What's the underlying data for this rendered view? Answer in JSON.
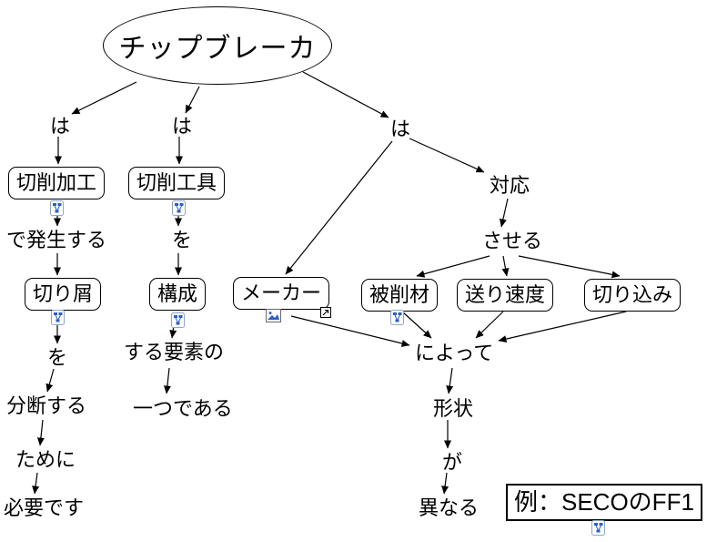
{
  "root": {
    "label": "チップブレーカ"
  },
  "concepts": {
    "sessaku_kakou": "切削加工",
    "kirikuzu": "切り屑",
    "sessaku_kougu": "切削工具",
    "kousei": "構成",
    "maker": "メーカー",
    "hisakuzai": "被削材",
    "okuri_sokudo": "送り速度",
    "kirikomi": "切り込み",
    "example": "例：SECOのFF1"
  },
  "link_labels": {
    "wa_1": "は",
    "wa_2": "は",
    "wa_3": "は",
    "de_hassei_suru": "で発生する",
    "wo_1": "を",
    "bundan_suru": "分断する",
    "tame_ni": "ために",
    "hitsuyou_desu": "必要です",
    "wo_2": "を",
    "suru_youso_no": "する要素の",
    "hitotsu_de_aru": "一つである",
    "taiou": "対応",
    "saseru": "させる",
    "ni_yotte": "によって",
    "keijou": "形状",
    "ga": "が",
    "kotonaru": "異なる"
  },
  "icons": {
    "resource": "concept-map-resource-icon",
    "image": "image-resource-icon",
    "link": "external-link-icon"
  },
  "colors": {
    "line": "#000000",
    "icon_blue": "#2b5fc7",
    "background": "#ffffff"
  },
  "edges": [
    {
      "from": "chip-breaker",
      "to": "wa-1",
      "points": [
        150,
        90,
        79,
        125
      ]
    },
    {
      "from": "wa-1",
      "to": "sessaku-kakou",
      "points": [
        64,
        150,
        64,
        180
      ]
    },
    {
      "from": "chip-breaker",
      "to": "wa-2",
      "points": [
        219,
        95,
        204,
        124
      ]
    },
    {
      "from": "wa-2",
      "to": "sessaku-kougu",
      "points": [
        197,
        150,
        197,
        180
      ]
    },
    {
      "from": "chip-breaker",
      "to": "wa-3",
      "points": [
        333,
        79,
        427,
        129
      ]
    },
    {
      "from": "wa-3",
      "to": "taiou",
      "points": [
        450,
        152,
        532,
        189
      ]
    },
    {
      "from": "wa-3",
      "to": "maker",
      "points": [
        431,
        155,
        314,
        301
      ]
    },
    {
      "from": "sessaku-kakou",
      "to": "de-hassei-suru",
      "points": [
        63,
        220,
        63,
        248
      ]
    },
    {
      "from": "de-hassei-suru",
      "to": "kirikuzu",
      "points": [
        63,
        278,
        63,
        302
      ]
    },
    {
      "from": "kirikuzu",
      "to": "wo-1",
      "points": [
        63,
        342,
        63,
        377
      ]
    },
    {
      "from": "wo-1",
      "to": "bundan-suru",
      "points": [
        59,
        405,
        52,
        430
      ]
    },
    {
      "from": "bundan-suru",
      "to": "tame-ni",
      "points": [
        47,
        461,
        44,
        489
      ]
    },
    {
      "from": "tame-ni",
      "to": "hitsuyou-desu",
      "points": [
        41,
        519,
        38,
        542
      ]
    },
    {
      "from": "sessaku-kougu",
      "to": "wo-2",
      "points": [
        196,
        220,
        196,
        248
      ]
    },
    {
      "from": "wo-2",
      "to": "kousei",
      "points": [
        196,
        278,
        196,
        302
      ]
    },
    {
      "from": "kousei",
      "to": "suru-youso-no",
      "points": [
        193,
        344,
        189,
        371
      ]
    },
    {
      "from": "suru-youso-no",
      "to": "hitotsu-de-aru",
      "points": [
        186,
        404,
        183,
        432
      ]
    },
    {
      "from": "taiou",
      "to": "saseru",
      "points": [
        558,
        218,
        551,
        249
      ]
    },
    {
      "from": "saseru",
      "to": "hisakuzai",
      "points": [
        538,
        281,
        458,
        303
      ]
    },
    {
      "from": "saseru",
      "to": "okuri-sokudo",
      "points": [
        553,
        281,
        557,
        303
      ]
    },
    {
      "from": "saseru",
      "to": "kirikomi",
      "points": [
        570,
        281,
        681,
        303
      ]
    },
    {
      "from": "maker",
      "to": "ni-yotte",
      "points": [
        320,
        347,
        450,
        379
      ]
    },
    {
      "from": "hisakuzai",
      "to": "ni-yotte",
      "points": [
        442,
        342,
        474,
        371
      ]
    },
    {
      "from": "okuri-sokudo",
      "to": "ni-yotte",
      "points": [
        553,
        342,
        523,
        371
      ]
    },
    {
      "from": "kirikomi",
      "to": "ni-yotte",
      "points": [
        688,
        342,
        548,
        374
      ]
    },
    {
      "from": "ni-yotte",
      "to": "keijou",
      "points": [
        497,
        404,
        493,
        432
      ]
    },
    {
      "from": "keijou",
      "to": "ga",
      "points": [
        492,
        461,
        492,
        492
      ]
    },
    {
      "from": "ga",
      "to": "kotonaru",
      "points": [
        491,
        519,
        488,
        542
      ]
    }
  ]
}
